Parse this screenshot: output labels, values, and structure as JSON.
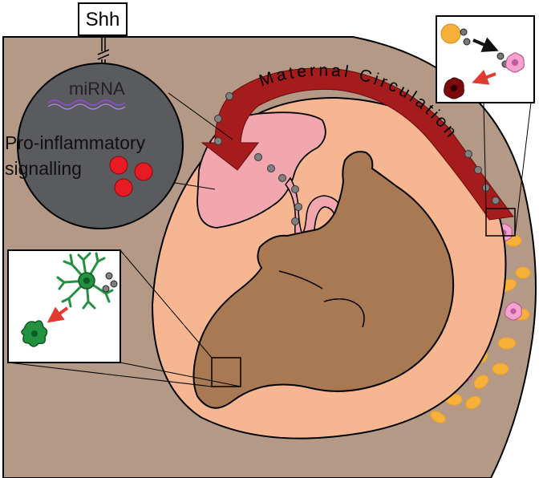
{
  "labels": {
    "gene": "Shh",
    "mirna": "miRNA",
    "signalling_line1": "Pro-inflammatory",
    "signalling_line2": "signalling",
    "circulation": "Maternal Circulation"
  },
  "colors": {
    "uterus_wall": "#b49a86",
    "amniotic_sac": "#f6b692",
    "placenta": "#f1a7ad",
    "fetus": "#a87952",
    "arrow": "#a61b1b",
    "vesicle": "#808080",
    "exosome_cell": "#f7b039",
    "microglia": "#229140",
    "immune_cell": "#f4a3cf",
    "dark_cell": "#7d0a0a",
    "red_arrow": "#e33a2f",
    "inset_circle": "#595b5f",
    "red_dot": "#e81b24"
  },
  "icons": {
    "exosome_arrow": "black-arrow-icon",
    "activation_arrow": "red-arrow-icon"
  }
}
